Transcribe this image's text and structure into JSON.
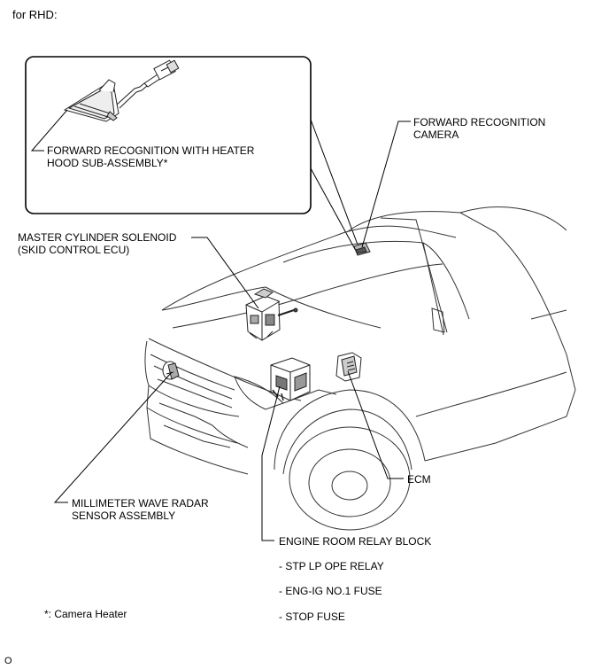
{
  "header": {
    "variant": "for RHD:"
  },
  "callouts": {
    "forward_recognition_hood": "FORWARD RECOGNITION WITH HEATER\nHOOD SUB-ASSEMBLY*",
    "forward_recognition_camera": "FORWARD RECOGNITION\nCAMERA",
    "master_cylinder_solenoid": "MASTER CYLINDER SOLENOID\n(SKID CONTROL ECU)",
    "millimeter_wave_radar": "MILLIMETER WAVE RADAR\nSENSOR ASSEMBLY",
    "ecm": "ECM",
    "engine_room_relay_block": "ENGINE ROOM RELAY BLOCK"
  },
  "relay_block_items": [
    "- STP LP OPE RELAY",
    "- ENG-IG NO.1 FUSE",
    "- STOP FUSE"
  ],
  "footnote": "*: Camera Heater",
  "figure_code": "O",
  "colors": {
    "line": "#000000",
    "drawing": "#222222",
    "background": "#ffffff"
  }
}
